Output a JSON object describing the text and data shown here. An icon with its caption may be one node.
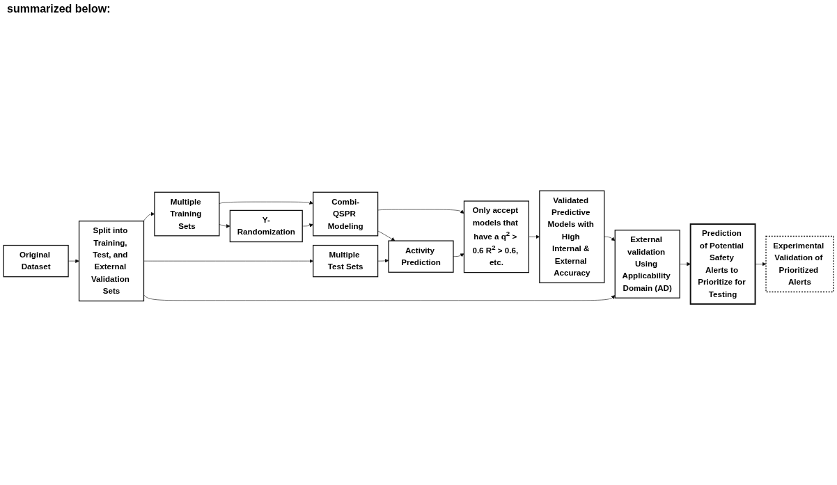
{
  "diagram": {
    "nodes": [
      {
        "text": [
          "Original Dataset"
        ]
      },
      {
        "text": [
          "Split into Training, Test, and External Validation Sets"
        ]
      },
      {
        "text": [
          "Multiple Training Sets"
        ]
      },
      {
        "text": [
          "Y-Randomization"
        ]
      },
      {
        "text": [
          "Combi-QSPR Modeling"
        ]
      },
      {
        "text": [
          "Multiple Test Sets"
        ]
      },
      {
        "text": [
          "Activity Prediction"
        ]
      },
      {
        "text": [
          "Only accept models that have a q$^{2}$ > 0.6 R$^{2}$ > 0.6, etc."
        ]
      },
      {
        "text": [
          "Validated Predictive Models with High Internal & External Accuracy"
        ]
      },
      {
        "text": [
          "External validation Using Applicability Domain (AD)"
        ]
      },
      {
        "text": [
          "Prediction of Potential Safety Alerts to Prioritize for Testing"
        ]
      },
      {
        "text": [
          "Experimental Validation of Prioritized Alerts"
        ]
      }
    ],
    "edges": [
      {
        "from": 0,
        "to": 1,
        "arrow": "to"
      },
      {
        "from": 1,
        "to": 2,
        "arrow": "to"
      },
      {
        "from": 2,
        "to": 3,
        "arrow": "to"
      },
      {
        "from": 2,
        "to": 4,
        "arrow": "to"
      },
      {
        "from": 3,
        "to": 4,
        "arrow": "to"
      },
      {
        "from": 4,
        "to": 7,
        "arrow": "to"
      },
      {
        "from": 4,
        "to": 6,
        "arrow": "to"
      },
      {
        "from": 1,
        "to": 5,
        "arrow": "to"
      },
      {
        "from": 5,
        "to": 6,
        "arrow": "to"
      },
      {
        "from": 6,
        "to": 7,
        "arrow": "to"
      },
      {
        "from": 7,
        "to": 8,
        "arrow": "to"
      },
      {
        "from": 8,
        "to": 9,
        "arrow": "to"
      },
      {
        "from": 1,
        "to": 9,
        "arrow": "to"
      },
      {
        "from": 9,
        "to": 10,
        "arrow": "to"
      },
      {
        "from": 10,
        "to": 11,
        "arrow": "to"
      }
    ],
    "labels": [
      "summarized below:"
    ]
  }
}
